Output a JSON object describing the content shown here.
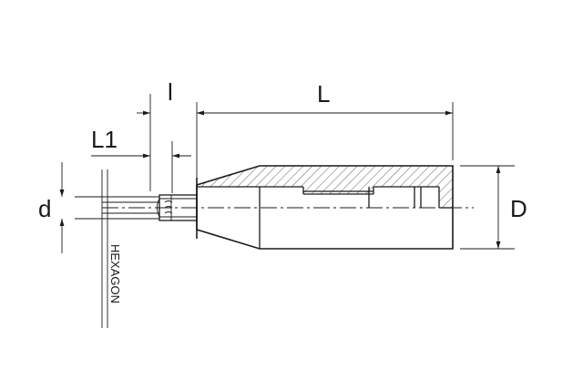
{
  "labels": {
    "small_l": "l",
    "big_L": "L",
    "L1": "L1",
    "d": "d",
    "D": "D",
    "hexagon": "HEXAGON"
  },
  "colors": {
    "line": "#1a1a1a",
    "background": "#ffffff"
  }
}
